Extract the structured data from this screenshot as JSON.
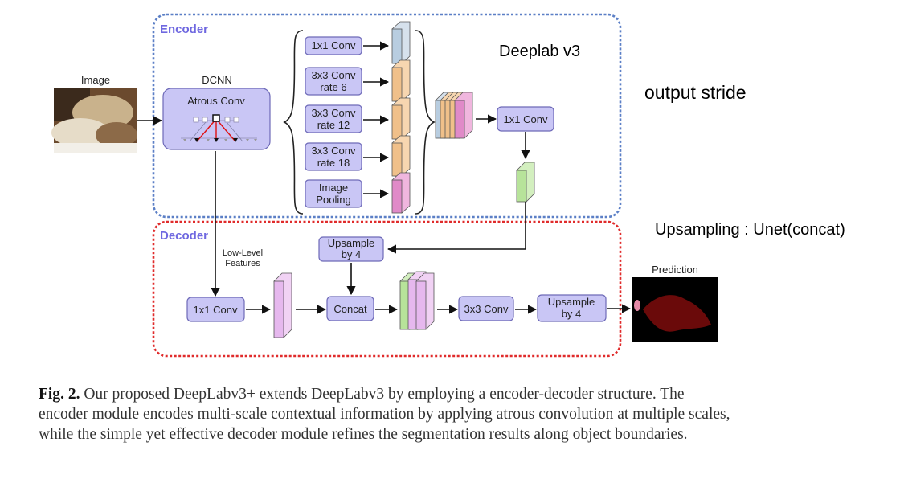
{
  "encoder": {
    "section_label": "Encoder",
    "input_label": "Image",
    "dcnn_label": "DCNN",
    "atrous_label": "Atrous Conv",
    "branches": [
      {
        "line1": "1x1 Conv",
        "line2": ""
      },
      {
        "line1": "3x3 Conv",
        "line2": "rate 6"
      },
      {
        "line1": "3x3 Conv",
        "line2": "rate 12"
      },
      {
        "line1": "3x3 Conv",
        "line2": "rate 18"
      },
      {
        "line1": "Image",
        "line2": "Pooling"
      }
    ],
    "merge_conv": "1x1 Conv"
  },
  "decoder": {
    "section_label": "Decoder",
    "low_level_line1": "Low-Level",
    "low_level_line2": "Features",
    "conv1x1": "1x1 Conv",
    "upsample_top_line1": "Upsample",
    "upsample_top_line2": "by 4",
    "concat": "Concat",
    "conv3x3": "3x3 Conv",
    "upsample_out_line1": "Upsample",
    "upsample_out_line2": "by 4",
    "prediction_label": "Prediction"
  },
  "notes": {
    "deeplab": "Deeplab v3",
    "stride": "output stride",
    "upsampling": "Upsampling : Unet(concat)"
  },
  "caption": {
    "label": "Fig. 2.",
    "text": "Our proposed DeepLabv3+ extends DeepLabv3 by employing a encoder-decoder structure. The encoder module encodes multi-scale contextual information by applying atrous convolution at multiple scales, while the simple yet effective decoder module refines the segmentation results along object boundaries."
  },
  "colors": {
    "encoder_border": "#5b7fc6",
    "decoder_border": "#e02b2b",
    "box_fill": "#c9c6f5",
    "feature_blue": "#b8cde0",
    "feature_orange": "#f0c08a",
    "feature_pink": "#e08ac8",
    "feature_green": "#b7e39a",
    "feature_lilac": "#e6b8ee"
  }
}
